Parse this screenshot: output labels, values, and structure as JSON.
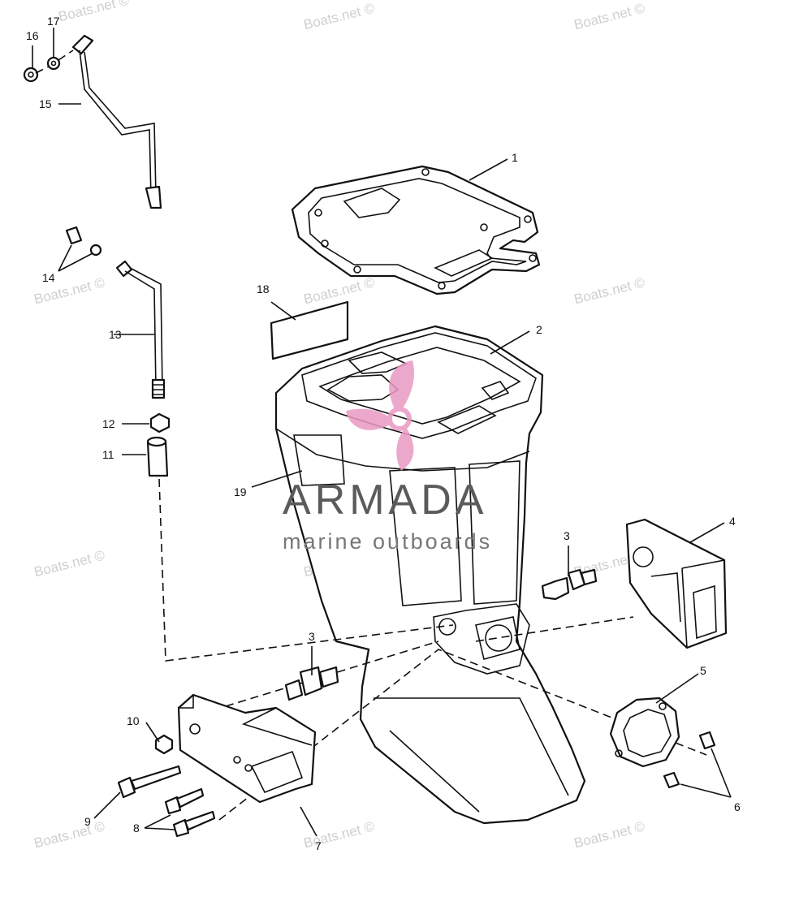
{
  "callouts": {
    "c1": "1",
    "c2": "2",
    "c3a": "3",
    "c3b": "3",
    "c4": "4",
    "c5": "5",
    "c6": "6",
    "c7": "7",
    "c8": "8",
    "c9": "9",
    "c10": "10",
    "c11": "11",
    "c12": "12",
    "c13": "13",
    "c14": "14",
    "c15": "15",
    "c16": "16",
    "c17": "17",
    "c18": "18",
    "c19": "19"
  },
  "watermark": "Boats.net ©",
  "brand": {
    "name": "ARMADA",
    "tagline": "marine outboards"
  },
  "colors": {
    "logo_pink": "#e99ac3",
    "brand_gray": "#5b5b5b",
    "watermark_gray": "#cfcfcf"
  }
}
